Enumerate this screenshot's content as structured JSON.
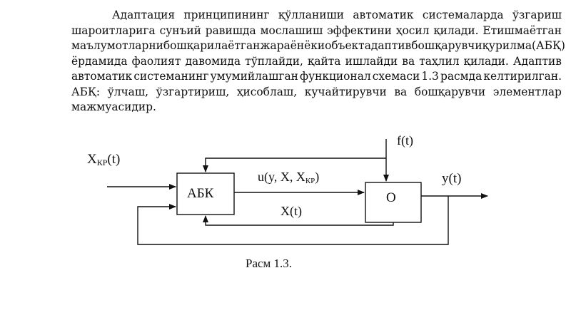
{
  "paragraph_lines": [
    [
      "Адаптация",
      "принципининг",
      "қўлланиши",
      "автоматик",
      "системаларда",
      "ўзгариш"
    ],
    [
      "шароитларига",
      "сунъий",
      "равишда",
      "мослашиш",
      "эффектини",
      "ҳосил",
      "қилади.",
      "Етишмаётган"
    ],
    [
      "маълумотларни",
      "бошқарилаётган",
      "жараён",
      "ёки",
      "объект",
      "адаптив",
      "бошқарувчи",
      "қурилма",
      "(АБҚ)"
    ],
    [
      "ёрдамида",
      "фаолият",
      "давомида",
      "тўплайди,",
      "қайта",
      "ишлайди",
      "ва",
      "таҳлил",
      "қилади.",
      "Адаптив"
    ],
    [
      "автоматик",
      "системанинг",
      "умумийлашган",
      "функционал",
      "схемаси",
      "1.3",
      "расмда",
      "келтирилган."
    ],
    [
      "АБҚ:",
      "ўлчаш,",
      "ўзгартириш,",
      "ҳисоблаш,",
      "кучайтирувчи",
      "ва",
      "бошқарувчи",
      "элементлар"
    ],
    [
      "мажмуасидир."
    ]
  ],
  "diagram": {
    "input_label_main": "X",
    "input_label_sub": "КР",
    "input_label_arg": "(t)",
    "disturbance_label": "f(t)",
    "block_abk_label": "АБК",
    "block_o_label": "О",
    "signal_u_main": "u(y, X, X",
    "signal_u_sub": "КР",
    "signal_u_close": ")",
    "signal_x_label": "X(t)",
    "output_label": "y(t)",
    "caption": "Расм 1.3."
  }
}
